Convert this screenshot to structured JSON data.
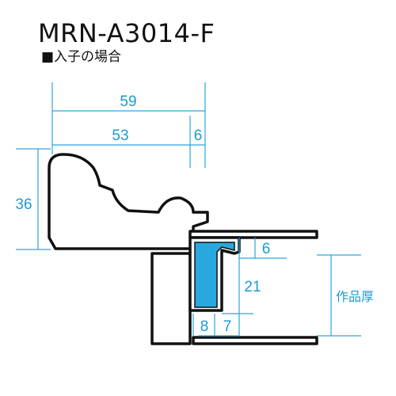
{
  "title": "MRN-A3014-F",
  "subtitle": "■入子の場合",
  "dimensions": {
    "overall_width": "59",
    "inner_width": "53",
    "lip_width": "6",
    "height": "36",
    "insert_top": "6",
    "insert_depth": "21",
    "bottom_left": "8",
    "bottom_right": "7",
    "artwork_label": "作品厚"
  },
  "colors": {
    "dimension": "#1a9bd7",
    "insert_fill": "#29a8df",
    "outline": "#111111"
  }
}
